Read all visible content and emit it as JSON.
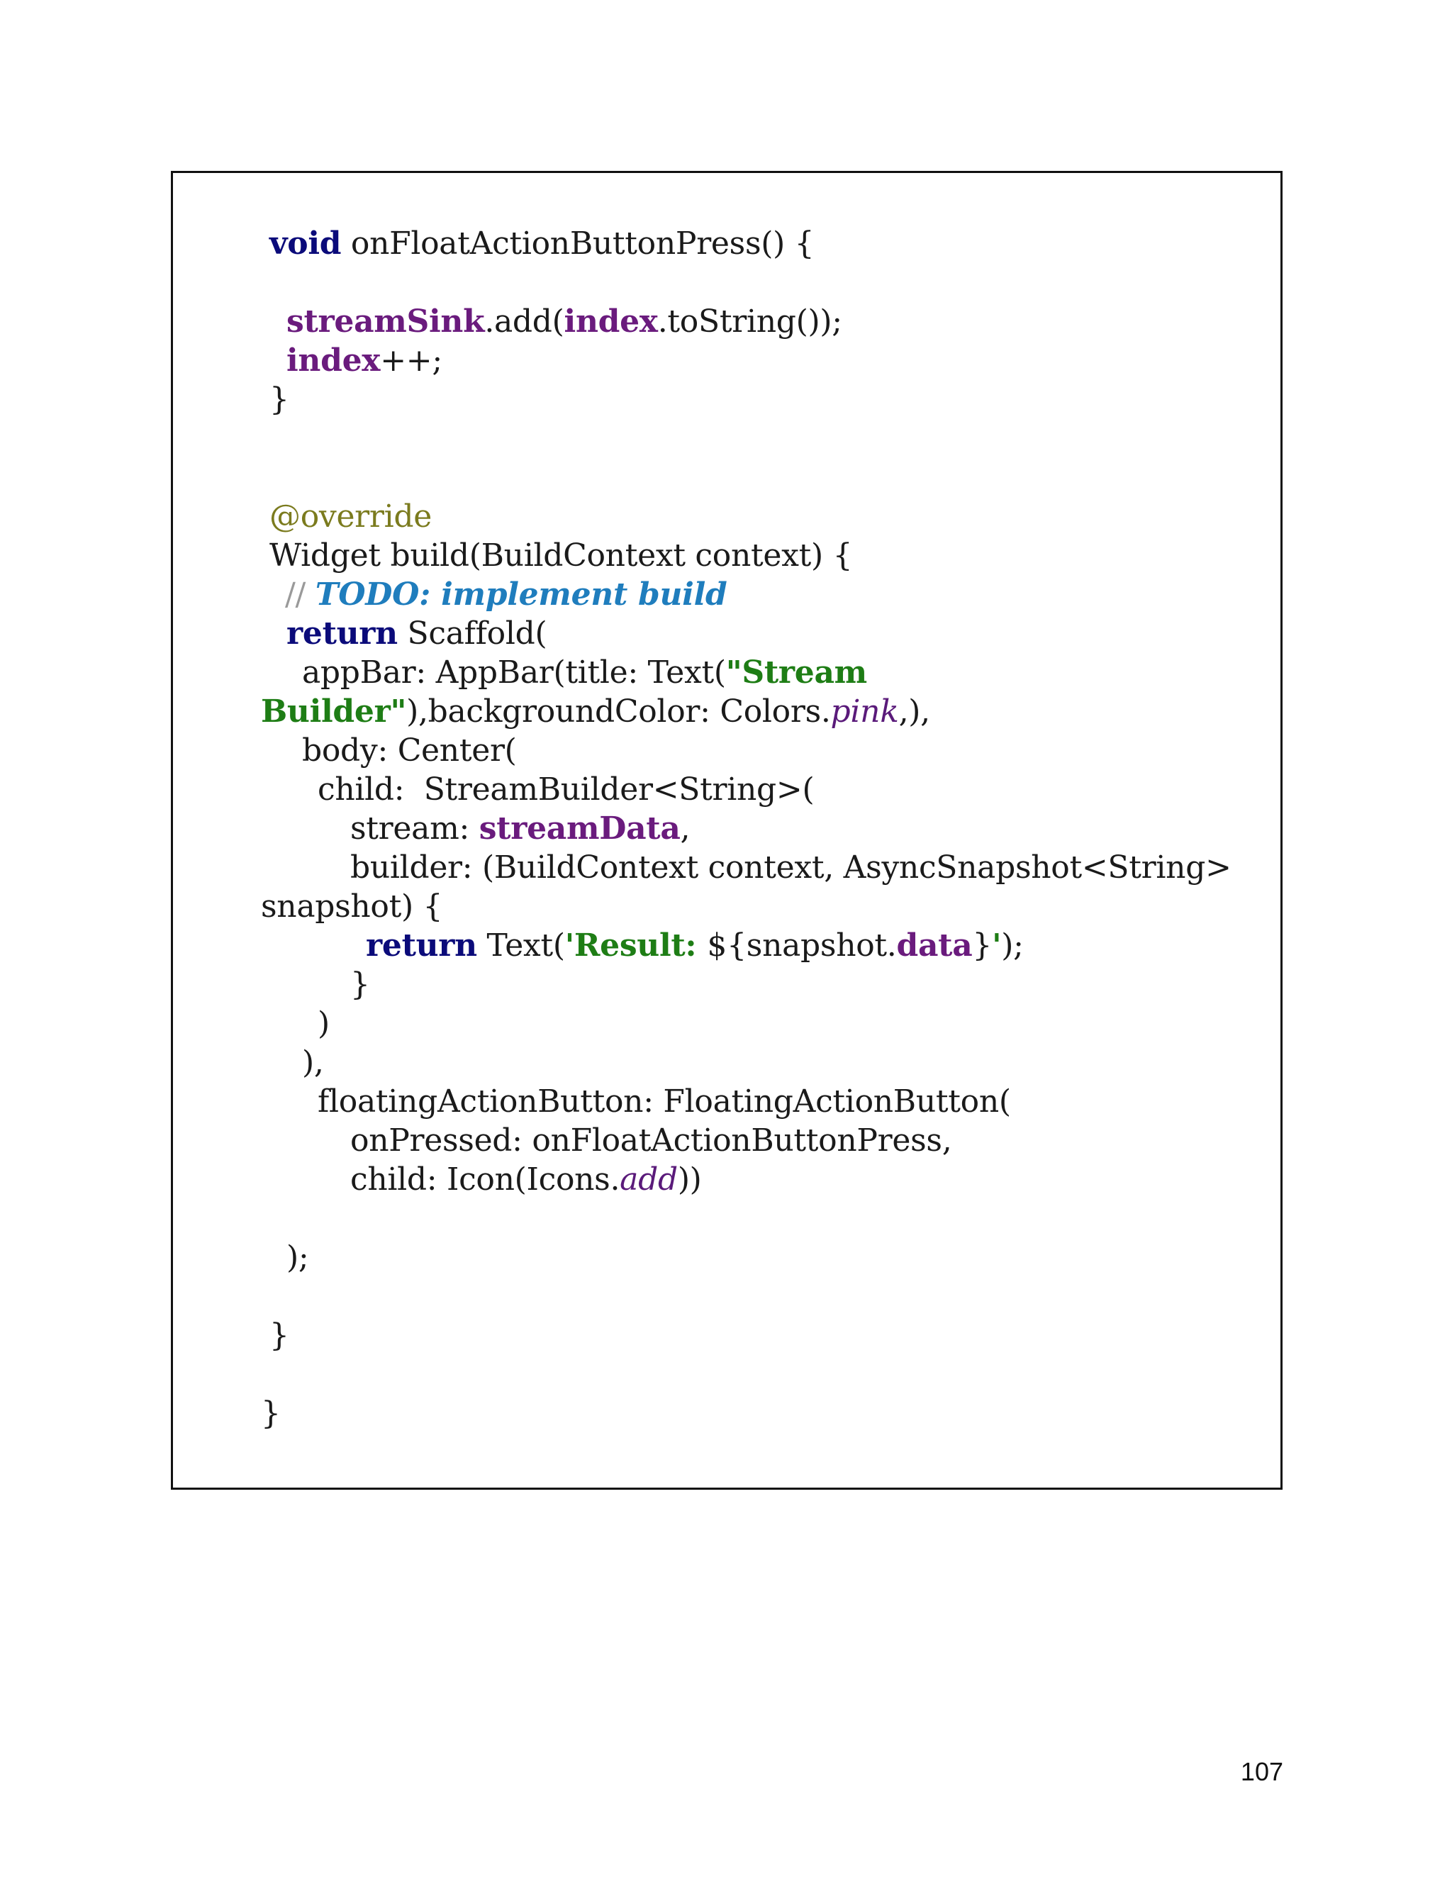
{
  "page_number": "107",
  "code": {
    "l1_kw": "void",
    "l1_rest": " onFloatActionButtonPress() {",
    "l2_field": "streamSink",
    "l2_mid": ".add(",
    "l2_field2": "index",
    "l2_end": ".toString());",
    "l3_field": "index",
    "l3_end": "++;",
    "l4": "}",
    "l5": "@override",
    "l6": "Widget build(BuildContext context) {",
    "l7_slash": "// ",
    "l7_todo": "TODO: implement build",
    "l8_kw": "return",
    "l8_rest": " Scaffold(",
    "l9_pre": "appBar: AppBar(title: Text(",
    "l9_str": "\"Stream",
    "l10_str": "Builder\"",
    "l10_mid": "),backgroundColor: Colors.",
    "l10_const": "pink",
    "l10_end": ",),",
    "l11": "body: Center(",
    "l12": "child:  StreamBuilder<String>(",
    "l13_pre": "stream: ",
    "l13_field": "streamData",
    "l13_end": ",",
    "l14": "builder: (BuildContext context, AsyncSnapshot<String>",
    "l15": "snapshot) {",
    "l16_kw": "return",
    "l16_mid": " Text(",
    "l16_str": "'Result: ",
    "l16_mid2": "${snapshot.",
    "l16_field": "data",
    "l16_mid3": "}",
    "l16_str2": "'",
    "l16_end": ");",
    "l17": "}",
    "l18": ")",
    "l19": "),",
    "l20": "floatingActionButton: FloatingActionButton(",
    "l21": "onPressed: onFloatActionButtonPress,",
    "l22_pre": "child: Icon(Icons.",
    "l22_const": "add",
    "l22_end": "))",
    "l23": ");",
    "l24": "}",
    "l25": "}"
  }
}
